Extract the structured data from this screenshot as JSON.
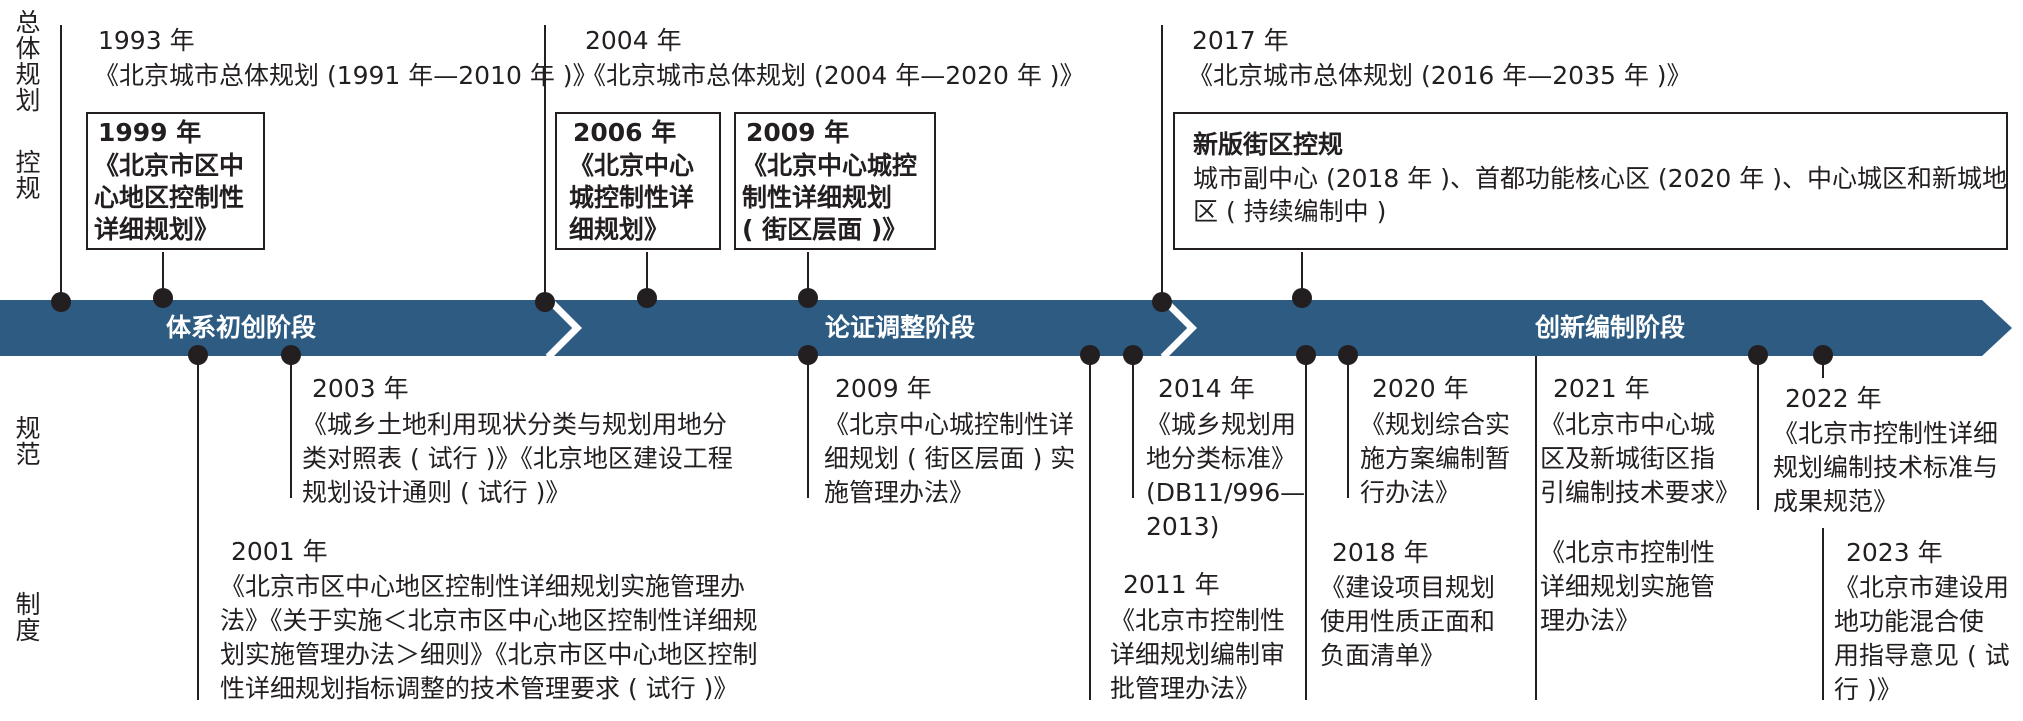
{
  "side_labels": {
    "master_plan": "总\n体\n规\n划",
    "regulatory": "控\n规",
    "norms": "规\n范",
    "system": "制\n度"
  },
  "stages": {
    "s1": "体系初创阶段",
    "s2": "论证调整阶段",
    "s3": "创新编制阶段"
  },
  "colors": {
    "band": "#2d5b82",
    "dot": "#231f20",
    "text": "#231f20"
  },
  "master_plans": [
    {
      "year": "1993 年",
      "title": "《北京城市总体规划 (1991 年—2010 年 )》"
    },
    {
      "year": "2004 年",
      "title": "《北京城市总体规划 (2004 年—2020 年 )》"
    },
    {
      "year": "2017 年",
      "title": "《北京城市总体规划 (2016 年—2035 年 )》"
    }
  ],
  "regulatory_plans": [
    {
      "year": "1999 年",
      "title": "《北京市区中\n心地区控制性\n详细规划》"
    },
    {
      "year": "2006 年",
      "title": "《北京中心\n城控制性详\n细规划》"
    },
    {
      "year": "2009 年",
      "title": "《北京中心城控\n制性详细规划\n( 街区层面 )》"
    },
    {
      "title": "新版街区控规",
      "desc": "城市副中心 (2018 年 )、首都功能核心区 (2020 年 )、中心城区和新城地\n区 ( 持续编制中 )"
    }
  ],
  "norms": [
    {
      "year": "2003 年",
      "text": "《城乡土地利用现状分类与规划用地分\n类对照表 ( 试行 )》《北京地区建设工程\n规划设计通则 ( 试行 )》"
    },
    {
      "year": "2009 年",
      "text": "《北京中心城控制性详\n细规划 ( 街区层面 ) 实\n施管理办法》"
    },
    {
      "year": "2014 年",
      "text": "《城乡规划用\n地分类标准》\n(DB11/996—\n2013)"
    },
    {
      "year": "2020 年",
      "text": "《规划综合实\n施方案编制暂\n行办法》"
    },
    {
      "year": "2021 年",
      "text": "《北京市中心城\n区及新城街区指\n引编制技术要求》"
    },
    {
      "year": "2022 年",
      "text": "《北京市控制性详细\n规划编制技术标准与\n成果规范》"
    }
  ],
  "systems": [
    {
      "year": "2001 年",
      "text": "《北京市区中心地区控制性详细规划实施管理办\n法》《关于实施＜北京市区中心地区控制性详细规\n划实施管理办法＞细则》《北京市区中心地区控制\n性详细规划指标调整的技术管理要求 ( 试行 )》"
    },
    {
      "year": "2011 年",
      "text": "《北京市控制性\n详细规划编制审\n批管理办法》"
    },
    {
      "year": "2018 年",
      "text": "《建设项目规划\n使用性质正面和\n负面清单》"
    },
    {
      "year": "",
      "text": "《北京市控制性\n详细规划实施管\n理办法》"
    },
    {
      "year": "2023 年",
      "text": "《北京市建设用\n地功能混合使\n用指导意见 ( 试\n行 )》"
    }
  ]
}
